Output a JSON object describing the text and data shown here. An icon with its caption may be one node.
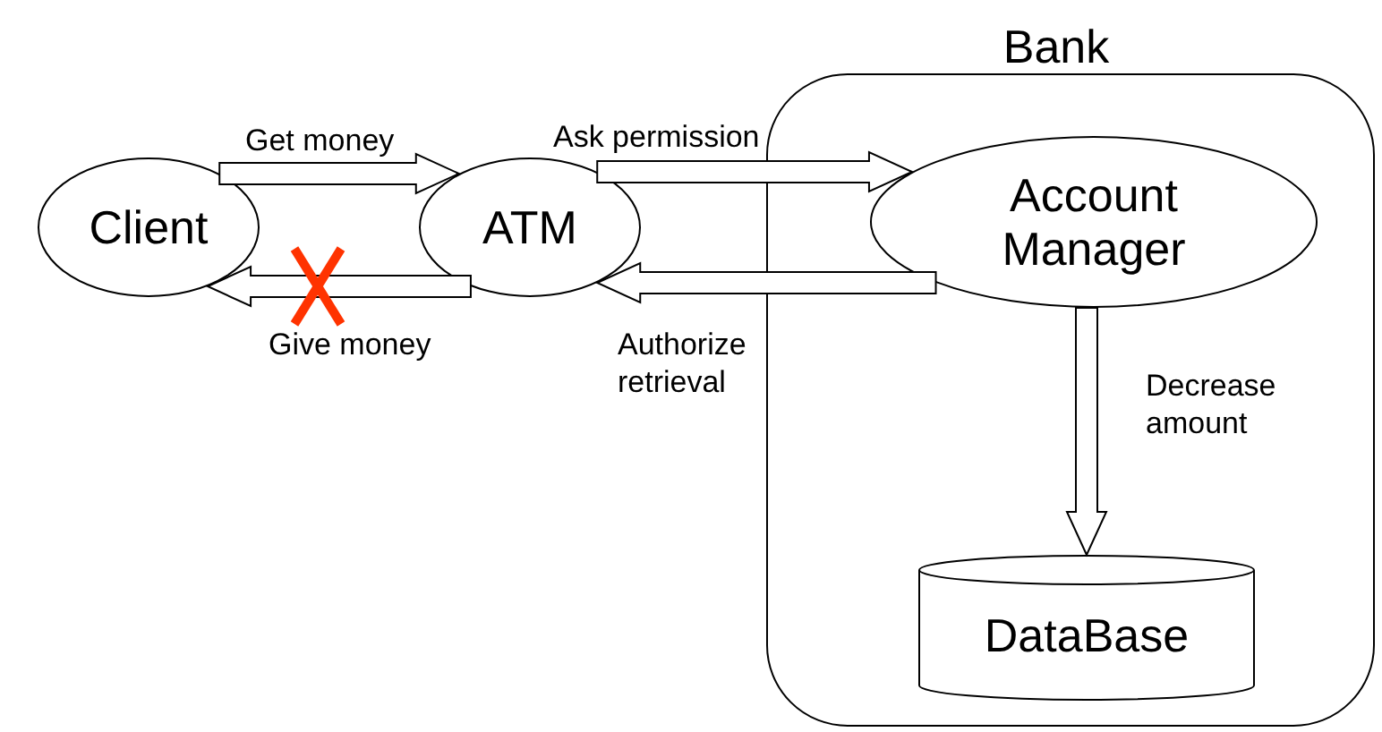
{
  "diagram": {
    "nodes": [
      {
        "text": [
          "Bank"
        ]
      },
      {
        "text": [
          "Client"
        ]
      },
      {
        "text": [
          "ATM"
        ]
      },
      {
        "text": [
          "Account Manager"
        ],
        "in": 0
      },
      {
        "text": [
          "DataBase"
        ],
        "in": 0
      }
    ],
    "edges": [
      {
        "from": 1,
        "to": 2,
        "arrow": "to",
        "label": "Get money"
      },
      {
        "from": 2,
        "to": 1,
        "arrow": "to",
        "label": "Give money"
      },
      {
        "from": 2,
        "to": 3,
        "arrow": "to",
        "label": "Ask permission"
      },
      {
        "from": 3,
        "to": 2,
        "arrow": "to",
        "label": "Authorize retrieval"
      },
      {
        "from": 3,
        "to": 4,
        "arrow": "to",
        "label": "Decrease amount"
      }
    ]
  }
}
